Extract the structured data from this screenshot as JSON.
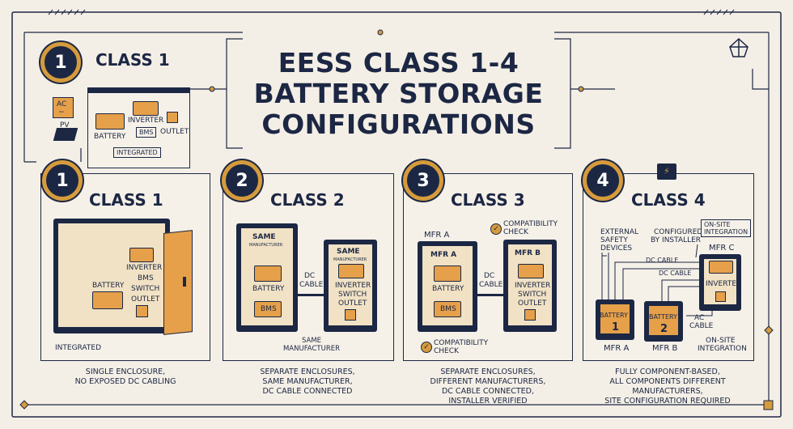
{
  "title": {
    "line1": "EESS CLASS 1-4",
    "line2": "BATTERY STORAGE",
    "line3": "CONFIGURATIONS"
  },
  "mini": {
    "number": "1",
    "label": "CLASS 1",
    "ac": "AC",
    "pv": "PV",
    "battery": "BATTERY",
    "inverter": "INVERTER",
    "bms": "BMS",
    "outlet": "OUTLET",
    "integrated": "INTEGRATED"
  },
  "class1": {
    "number": "1",
    "label": "CLASS 1",
    "inverter": "INVERTER",
    "bms": "BMS",
    "switch": "SWITCH",
    "outlet": "OUTLET",
    "battery": "BATTERY",
    "integrated": "INTEGRATED",
    "caption": [
      "SINGLE ENCLOSURE,",
      "NO EXPOSED DC CABLING"
    ]
  },
  "class2": {
    "number": "2",
    "label": "CLASS 2",
    "brand_left": "SAME",
    "brand_left_sub": "MANUFACTURER",
    "brand_right": "SAME",
    "brand_right_sub": "MANUFACTURER",
    "battery": "BATTERY",
    "bms": "BMS",
    "dc_cable": [
      "DC",
      "CABLE"
    ],
    "right_unit": [
      "INVERTER",
      "SWITCH",
      "OUTLET"
    ],
    "same_mfr": [
      "SAME",
      "MANUFACTURER"
    ],
    "caption": [
      "SEPARATE ENCLOSURES,",
      "SAME MANUFACTURER,",
      "DC CABLE CONNECTED"
    ]
  },
  "class3": {
    "number": "3",
    "label": "CLASS 3",
    "compat_top": [
      "COMPATIBILITY",
      "CHECK"
    ],
    "mfr_a_title": "MFR A",
    "mfr_a": "MFR A",
    "mfr_b": "MFR B",
    "battery": "BATTERY",
    "bms": "BMS",
    "dc_cable": [
      "DC",
      "CABLE"
    ],
    "right_unit": [
      "INVERTER",
      "SWITCH",
      "OUTLET"
    ],
    "compat_bottom": [
      "COMPATIBILITY",
      "CHECK"
    ],
    "caption": [
      "SEPARATE ENCLOSURES,",
      "DIFFERENT MANUFACTURERS,",
      "DC CABLE CONNECTED,",
      "INSTALLER VERIFIED"
    ]
  },
  "class4": {
    "number": "4",
    "label": "CLASS 4",
    "external": [
      "EXTERNAL",
      "SAFETY",
      "DEVICES"
    ],
    "configured": [
      "CONFIGURED",
      "BY INSTALLER"
    ],
    "onsite_top": [
      "ON-SITE",
      "INTEGRATION"
    ],
    "mfr_c": "MFR C",
    "dc_cable_1": "DC CABLE",
    "dc_cable_2": "DC CABLE",
    "inverter": "INVERTER",
    "battery": "BATTERY",
    "battery1_num": "1",
    "battery2_num": "2",
    "ac_cable": [
      "AC",
      "CABLE"
    ],
    "mfr_a": "MFR A",
    "mfr_b": "MFR B",
    "onsite_bottom": [
      "ON-SITE",
      "INTEGRATION"
    ],
    "caption": [
      "FULLY COMPONENT-BASED,",
      "ALL COMPONENTS DIFFERENT",
      "MANUFACTURERS,",
      "SITE CONFIGURATION REQUIRED"
    ]
  },
  "colors": {
    "navy": "#1c2744",
    "gold": "#d59b3c",
    "orange": "#e6a04a",
    "cream": "#f4efe6"
  }
}
